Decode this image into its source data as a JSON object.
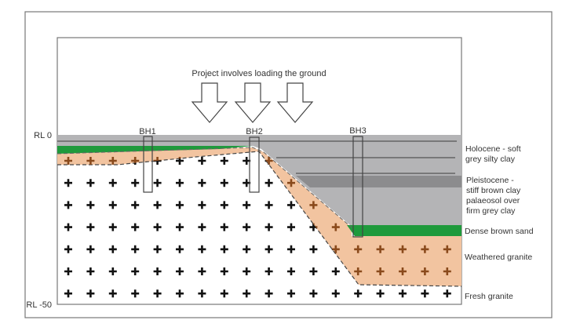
{
  "title": "Project involves loading the ground",
  "axis": {
    "top_label": "RL 0",
    "bottom_label": "RL -50"
  },
  "boreholes": [
    "BH1",
    "BH2",
    "BH3"
  ],
  "legend": {
    "holocene": [
      "Holocene - soft",
      "grey silty clay"
    ],
    "pleistocene": [
      "Pleistocene -",
      "stiff brown clay",
      "palaeosol over",
      "firm grey clay"
    ],
    "sand": "Dense brown sand",
    "weathered": "Weathered granite",
    "fresh": "Fresh granite"
  },
  "colors": {
    "clay_grey": "#b4b4b6",
    "clay_dark": "#8c8c8e",
    "sand_green": "#1f9a3c",
    "weathered_orange": "#f2c4a0",
    "plus_black": "#111111",
    "plus_brown": "#8a4a1c"
  }
}
